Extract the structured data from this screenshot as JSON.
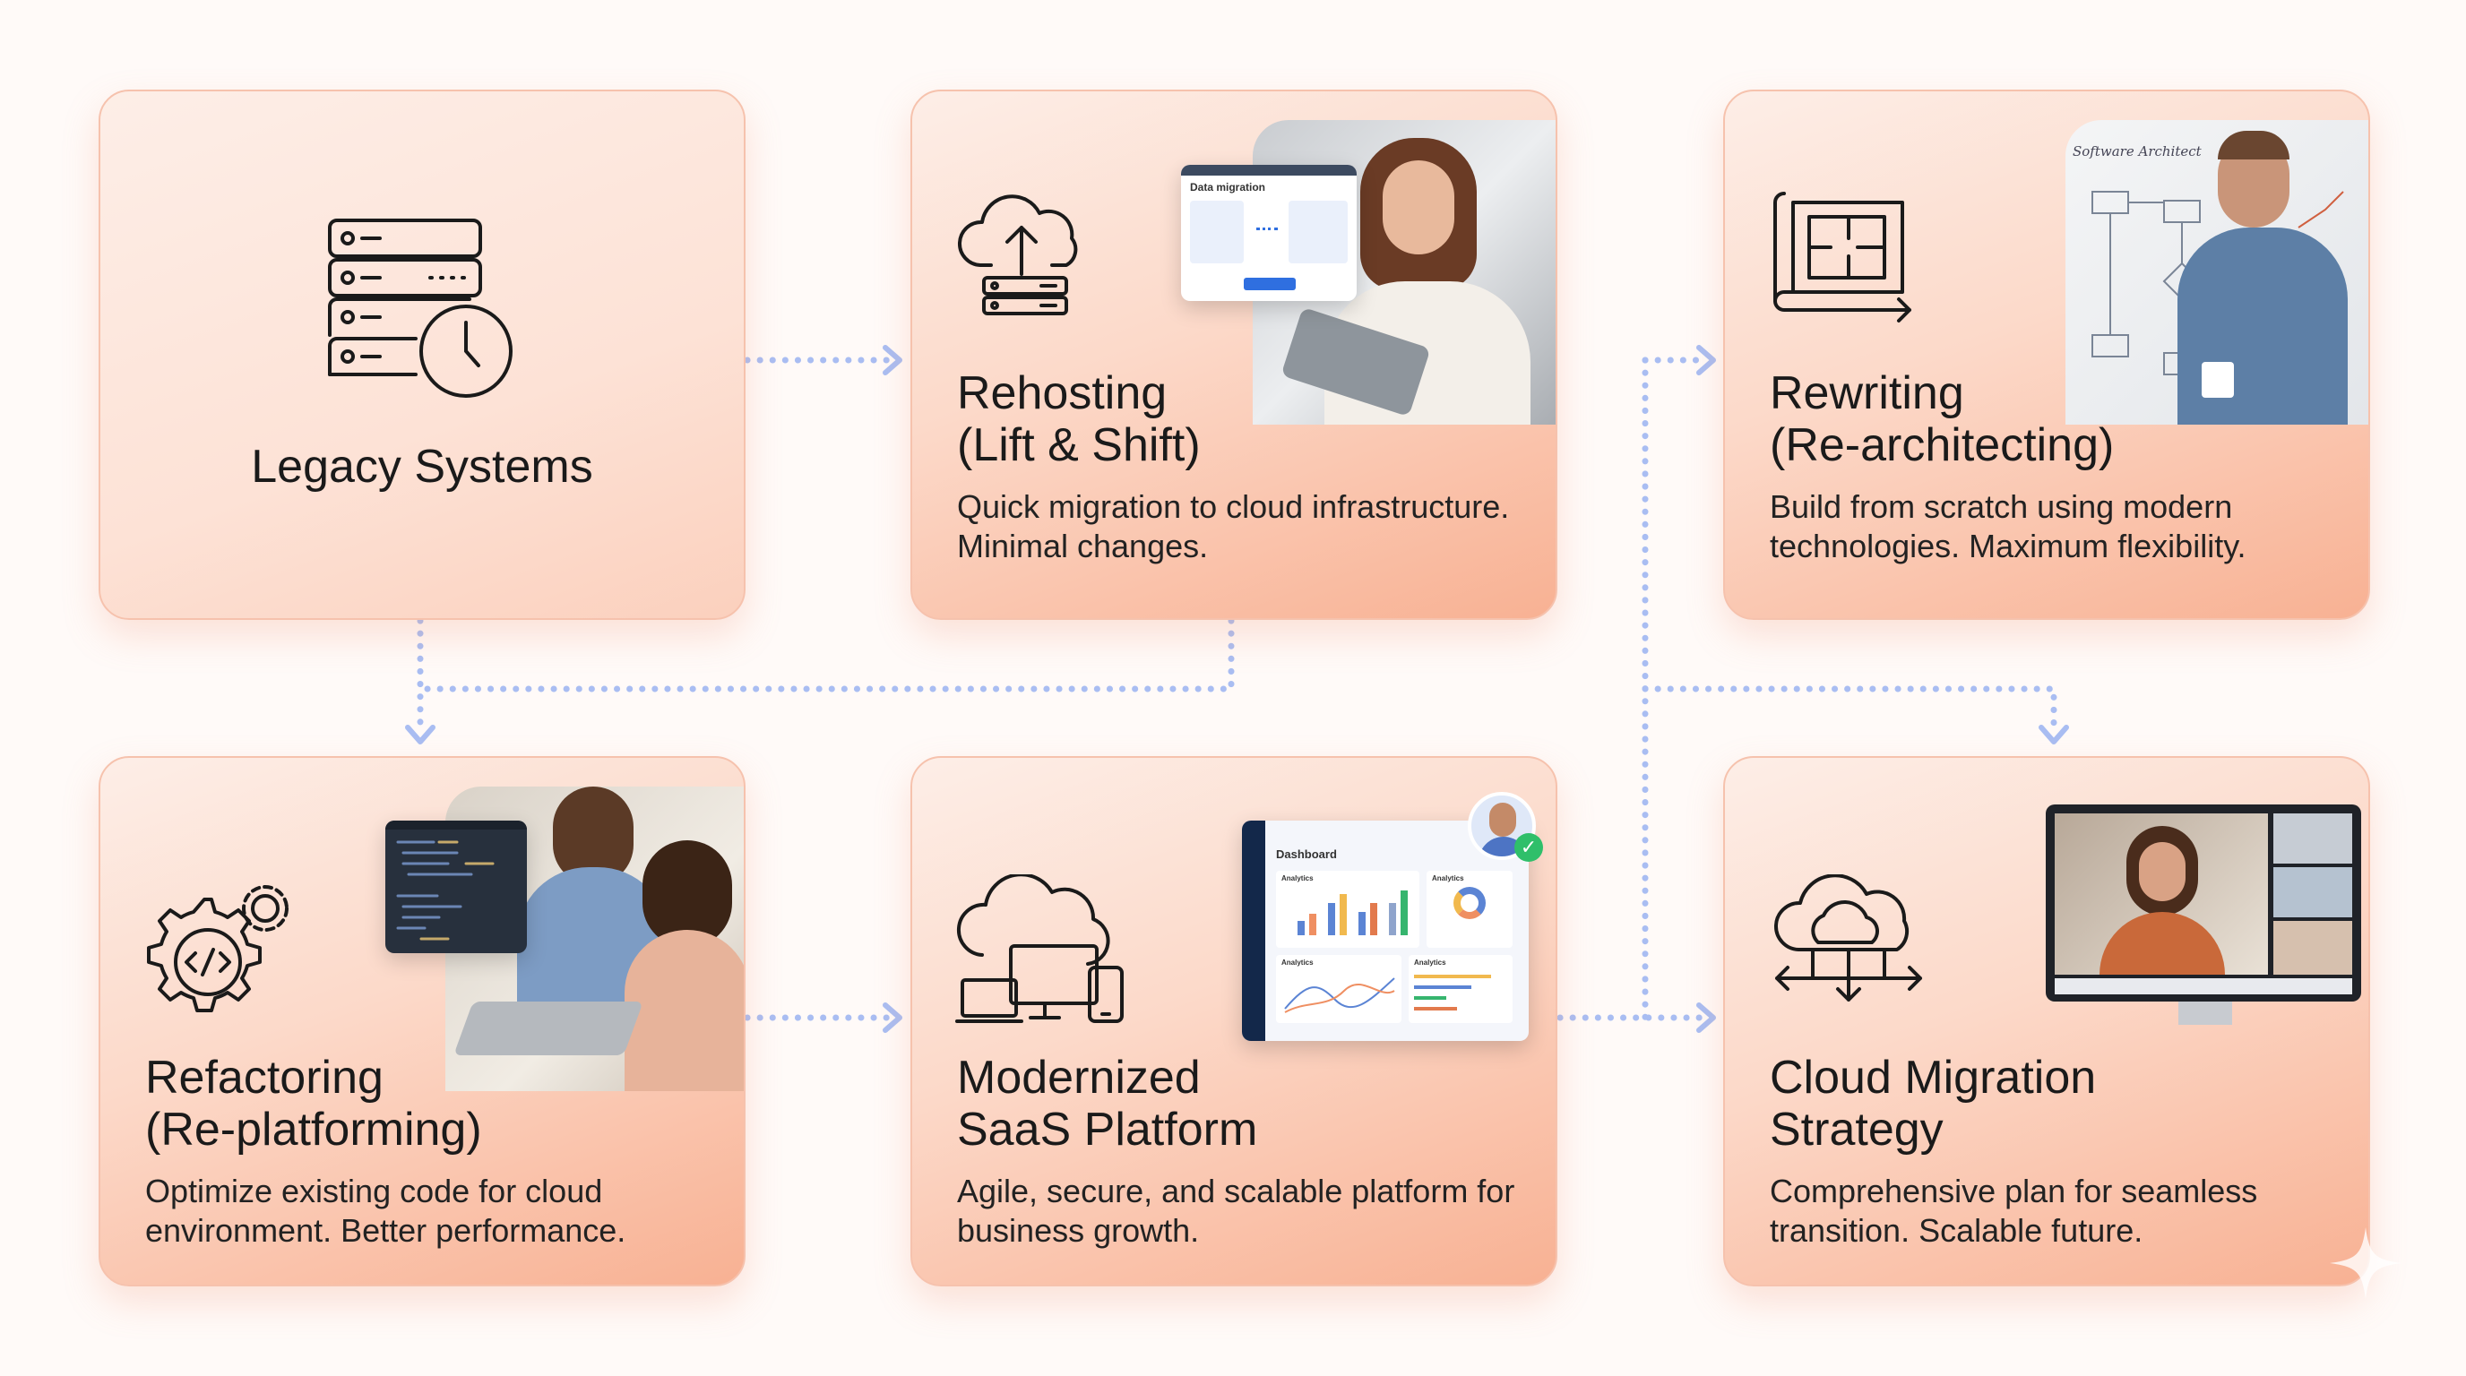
{
  "colors": {
    "connector": "#a9bdf2",
    "card_border": "#f6c2ad",
    "card_accent": "#f8b193",
    "text": "#1a1a1a",
    "button_blue": "#2f6fe0",
    "check_green": "#2fbf6a"
  },
  "cards": [
    {
      "id": "legacy",
      "title": "Legacy Systems",
      "icon": "server-clock-icon"
    },
    {
      "id": "rehosting",
      "title_lines": [
        "Rehosting",
        "(Lift & Shift)"
      ],
      "desc_lines": [
        "Quick migration to cloud infrastructure.",
        "Minimal changes."
      ],
      "icon": "cloud-upload-server-icon",
      "mockup_title": "Data migration"
    },
    {
      "id": "rewriting",
      "title_lines": [
        "Rewriting",
        "(Re-architecting)"
      ],
      "desc_lines": [
        "Build from scratch using modern",
        "technologies. Maximum flexibility."
      ],
      "icon": "blueprint-icon",
      "whiteboard_text": "Software Architect"
    },
    {
      "id": "refactoring",
      "title_lines": [
        "Refactoring",
        "(Re-platforming)"
      ],
      "desc_lines": [
        "Optimize existing code for cloud",
        "environment. Better performance."
      ],
      "icon": "code-gear-icon"
    },
    {
      "id": "saas",
      "title_lines": [
        "Modernized",
        "SaaS Platform"
      ],
      "desc_lines": [
        "Agile, secure, and scalable platform for",
        "business growth."
      ],
      "icon": "cloud-devices-icon",
      "mockup_title": "Dashboard",
      "mockup_panels": [
        "Analytics",
        "Analytics",
        "Analytics",
        "Analytics"
      ]
    },
    {
      "id": "strategy",
      "title_lines": [
        "Cloud Migration",
        "Strategy"
      ],
      "desc_lines": [
        "Comprehensive plan for seamless",
        "transition. Scalable future."
      ],
      "icon": "cloud-network-icon"
    }
  ]
}
